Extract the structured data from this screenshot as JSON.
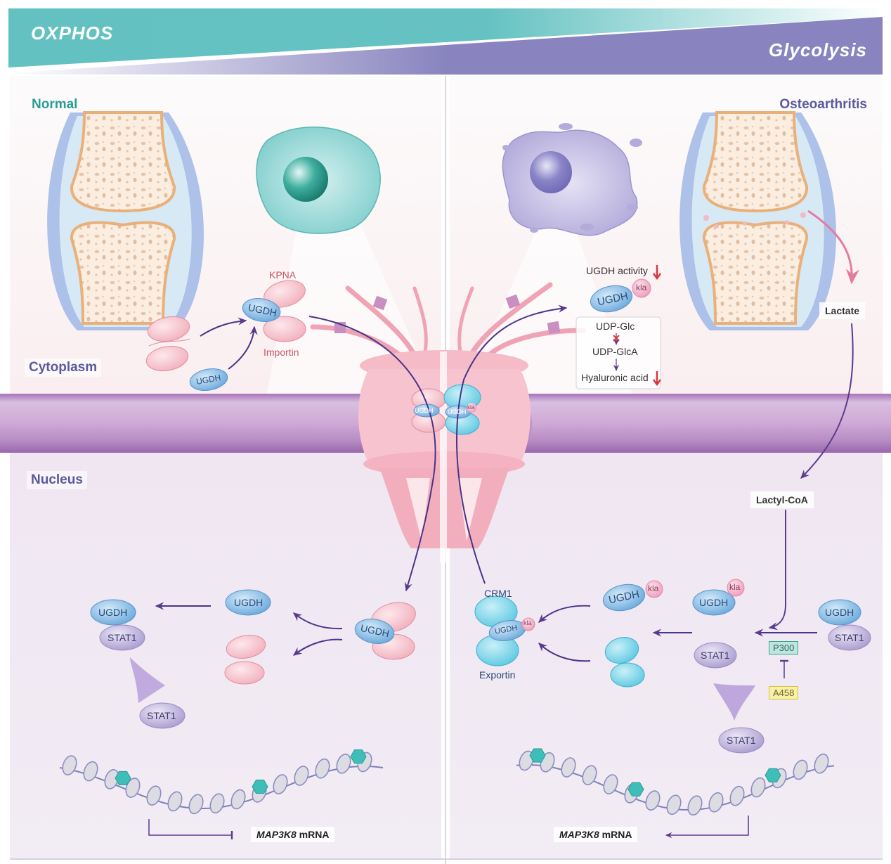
{
  "header": {
    "left_band_label": "OXPHOS",
    "right_band_label": "Glycolysis",
    "left_band_color": "#63c1c1",
    "right_band_color": "#8984bf"
  },
  "panels": {
    "normal": {
      "title": "Normal",
      "title_color": "#2a9d96",
      "cytoplasm_label": "Cytoplasm",
      "nucleus_label": "Nucleus",
      "importin_top_label": "KPNA",
      "importin_bottom_label": "Importin",
      "ugdh_label": "UGDH",
      "free_ugdh_label": "UGDH",
      "nuclear_ugdh_label": "UGDH",
      "complex_ugdh_label": "UGDH",
      "complex_stat1_label": "STAT1",
      "free_stat1_label": "STAT1",
      "mrna_gene": "MAP3K8",
      "mrna_suffix": " mRNA"
    },
    "osteoarthritis": {
      "title": "Osteoarthritis",
      "title_color": "#5a5a9e",
      "lactate_label": "Lactate",
      "lactyl_coa_label": "Lactyl-CoA",
      "ugdh_activity_label": "UGDH activity",
      "ugdh_label": "UGDH",
      "kla_label": "kla",
      "pathway": {
        "step1": "UDP-Glc",
        "step2": "UDP-GlcA",
        "step3": "Hyaluronic acid"
      },
      "exportin_top_label": "CRM1",
      "exportin_bottom_label": "Exportin",
      "p300_label": "P300",
      "a458_label": "A458",
      "complex_ugdh_label": "UGDH",
      "complex_stat1_label": "STAT1",
      "free_stat1_label": "STAT1",
      "chromatin_stat1_label": "STAT1",
      "mrna_gene": "MAP3K8",
      "mrna_suffix": " mRNA"
    },
    "pore": {
      "left_ugdh_label": "UGDH",
      "right_ugdh_label": "UGDH",
      "right_kla_label": "kla"
    }
  },
  "colors": {
    "ugdh": "#7fb6e3",
    "stat1": "#b9aed8",
    "importin": "#f2b6c0",
    "exportin": "#6cd0e6",
    "kla": "#f2a7c0",
    "membrane": "#b98bc6",
    "arrow": "#5b3a8e",
    "down_arrow": "#d9373b",
    "acetyl_hex": "#3fbdb8"
  }
}
